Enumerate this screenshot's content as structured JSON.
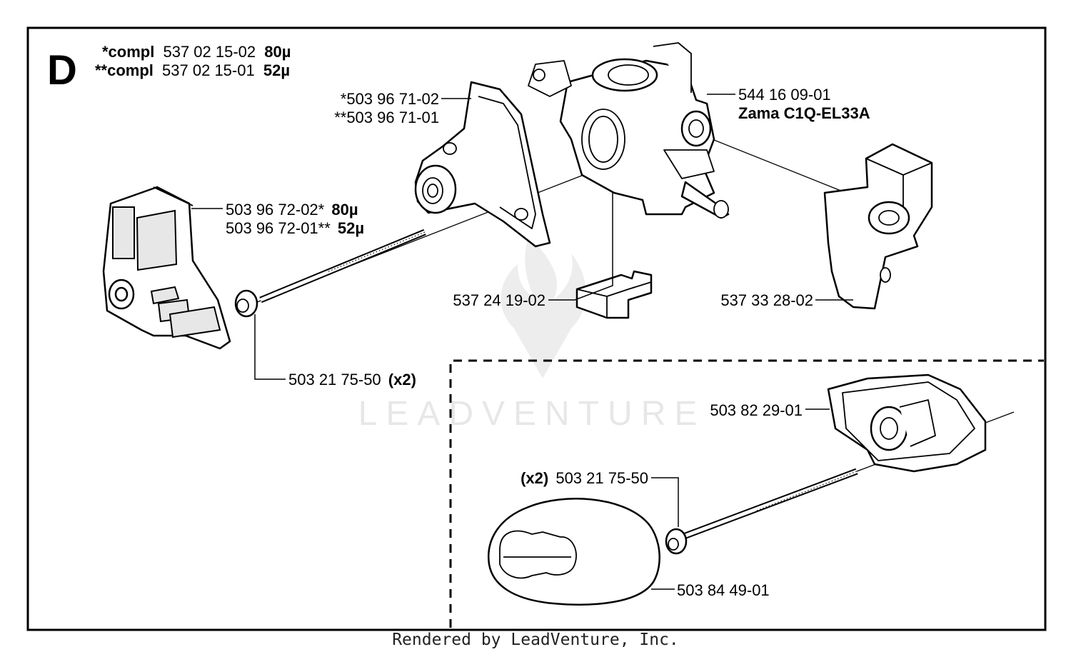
{
  "section_letter": "D",
  "compl_lines": [
    {
      "prefix": "*compl",
      "number": "537 02 15-02",
      "size": "80µ"
    },
    {
      "prefix": "**compl",
      "number": "537 02 15-01",
      "size": "52µ"
    }
  ],
  "parts": {
    "gasket_top": "*503 96 71-02",
    "gasket_bottom": "**503 96 71-01",
    "carburetor_number": "544 16 09-01",
    "carburetor_model": "Zama C1Q-EL33A",
    "filter_line1_number": "503 96 72-02*",
    "filter_line1_size": "80µ",
    "filter_line2_number": "503 96 72-01**",
    "filter_line2_size": "52µ",
    "block": "537 24 19-02",
    "insulator": "537 33 28-02",
    "screw_upper_number": "503 21 75-50",
    "screw_upper_qty": "(x2)",
    "holder": "503 82 29-01",
    "screw_lower_qty": "(x2)",
    "screw_lower_number": "503 21 75-50",
    "foam_filter": "503 84 49-01"
  },
  "watermark": "LEADVENTURE",
  "footer": "Rendered by LeadVenture, Inc."
}
